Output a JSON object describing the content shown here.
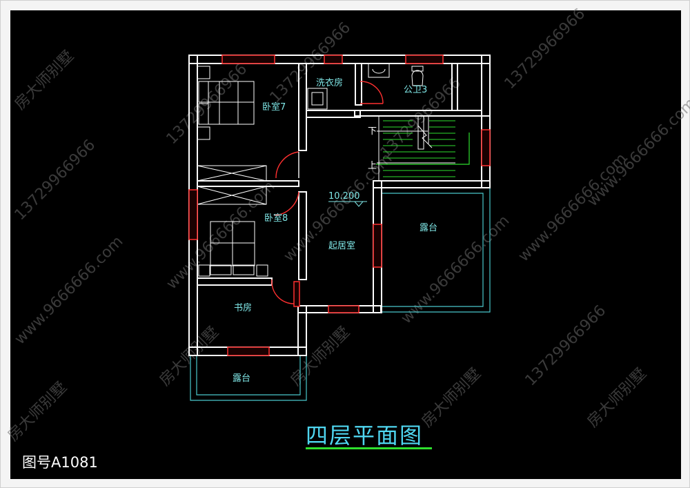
{
  "drawing": {
    "title": "四层平面图",
    "number": "图号A1081"
  },
  "rooms": {
    "bedroom7": "卧室7",
    "bedroom8": "卧室8",
    "laundry": "洗衣房",
    "bathroom": "公卫3",
    "living": "起居室",
    "study": "书房",
    "terrace_right": "露台",
    "terrace_bottom": "露台"
  },
  "stairs": {
    "down": "下",
    "up": "上"
  },
  "elevation": "10.200",
  "watermarks": {
    "brand": "房大师别墅",
    "phone": "13729966966",
    "site": "www.9666666.com"
  },
  "colors": {
    "background": "#000000",
    "wall": "#ffffff",
    "window": "#ff3030",
    "label": "#7fe6e6",
    "terrace": "#49c8cc",
    "title": "#4fd6f0",
    "underline": "#2ee02e",
    "watermark": "#6a6a6a"
  }
}
